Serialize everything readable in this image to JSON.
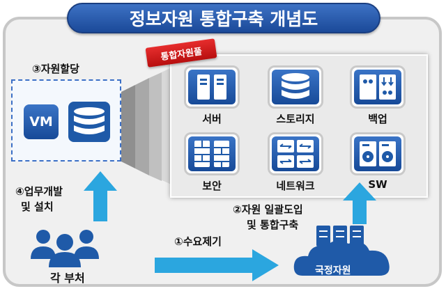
{
  "title": "정보자원 통합구축 개념도",
  "allocation_label": "③자원할당",
  "vm_label": "VM",
  "pool_tag": "통합자원풀",
  "resources": [
    {
      "label": "서버",
      "icon": "server-icon"
    },
    {
      "label": "스토리지",
      "icon": "storage-icon"
    },
    {
      "label": "백업",
      "icon": "backup-icon"
    },
    {
      "label": "보안",
      "icon": "firewall-icon"
    },
    {
      "label": "네트워크",
      "icon": "network-icon"
    },
    {
      "label": "SW",
      "icon": "software-icon"
    }
  ],
  "dev_label_1": "④업무개발",
  "dev_label_2": "및 설치",
  "integrate_label_1": "②자원 일괄도입",
  "integrate_label_2": "및 통합구축",
  "demand_label": "①수요제기",
  "departments_label": "각 부처",
  "datacenter_label": "국정자원",
  "colors": {
    "primary_blue": "#1f5aa8",
    "arrow_cyan": "#2ba6df",
    "tag_red": "#d01c1c",
    "frame_gray": "#c7c7c7"
  }
}
